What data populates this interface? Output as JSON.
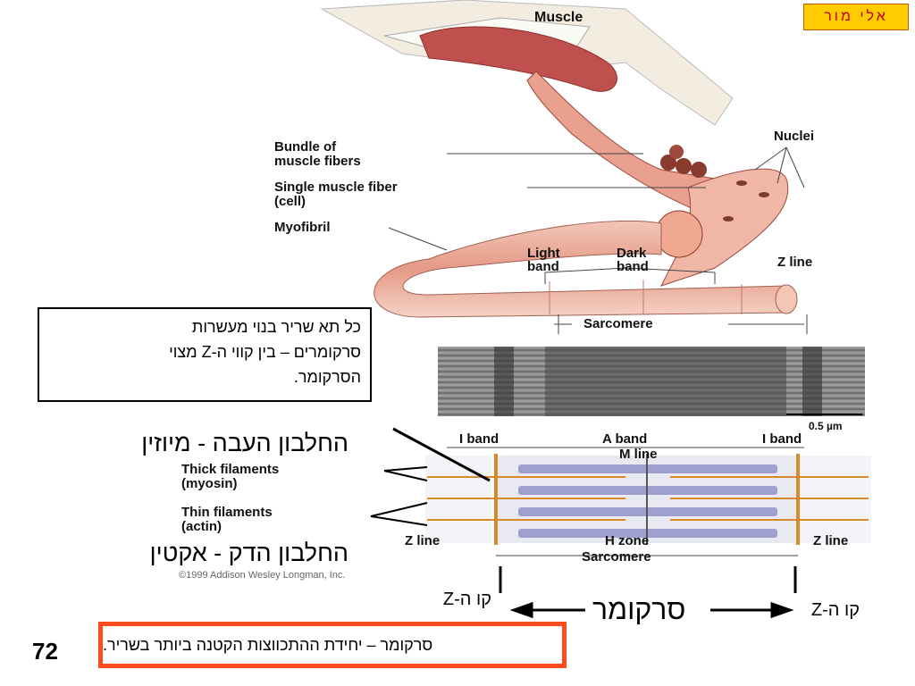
{
  "author_badge": "אלי מור",
  "figure": {
    "labels": {
      "muscle": "Muscle",
      "bundle": "Bundle of",
      "bundle2": "muscle fibers",
      "single_fiber": "Single muscle fiber",
      "single_fiber2": "(cell)",
      "myofibril": "Myofibril",
      "nuclei": "Nuclei",
      "light_band": "Light",
      "light_band2": "band",
      "dark_band": "Dark",
      "dark_band2": "band",
      "z_line_top": "Z line",
      "sarcomere_top": "Sarcomere",
      "scale": "0.5 µm",
      "i_band_left": "I band",
      "a_band": "A band",
      "i_band_right": "I band",
      "m_line": "M line",
      "thick_filaments": "Thick filaments",
      "myosin": "(myosin)",
      "thin_filaments": "Thin filaments",
      "actin": "(actin)",
      "z_line_left": "Z line",
      "h_zone": "H zone",
      "z_line_right": "Z line",
      "sarcomere_bottom": "Sarcomere",
      "copyright": "©1999 Addison Wesley Longman, Inc."
    }
  },
  "info_box": {
    "line1": "כל תא שריר בנוי מעשרות",
    "line2": "סרקומרים – בין קווי ה-Z מצוי",
    "line3": "הסרקומר."
  },
  "annotations": {
    "thick_hebrew": "החלבון העבה - מיוזין",
    "thin_hebrew": "החלבון הדק - אקטין",
    "z_left_hebrew": "קו ה-Z",
    "z_right_hebrew": "קו ה-Z",
    "sarcomere_hebrew": "סרקומר"
  },
  "bottom_box": "סרקומר – יחידת ההתכווצות הקטנה ביותר בשריר.",
  "page_number": "72",
  "colors": {
    "badge_bg": "#ffcc00",
    "badge_text": "#c00000",
    "bottom_border": "#ff4a1c",
    "muscle_red": "#c0504d"
  }
}
